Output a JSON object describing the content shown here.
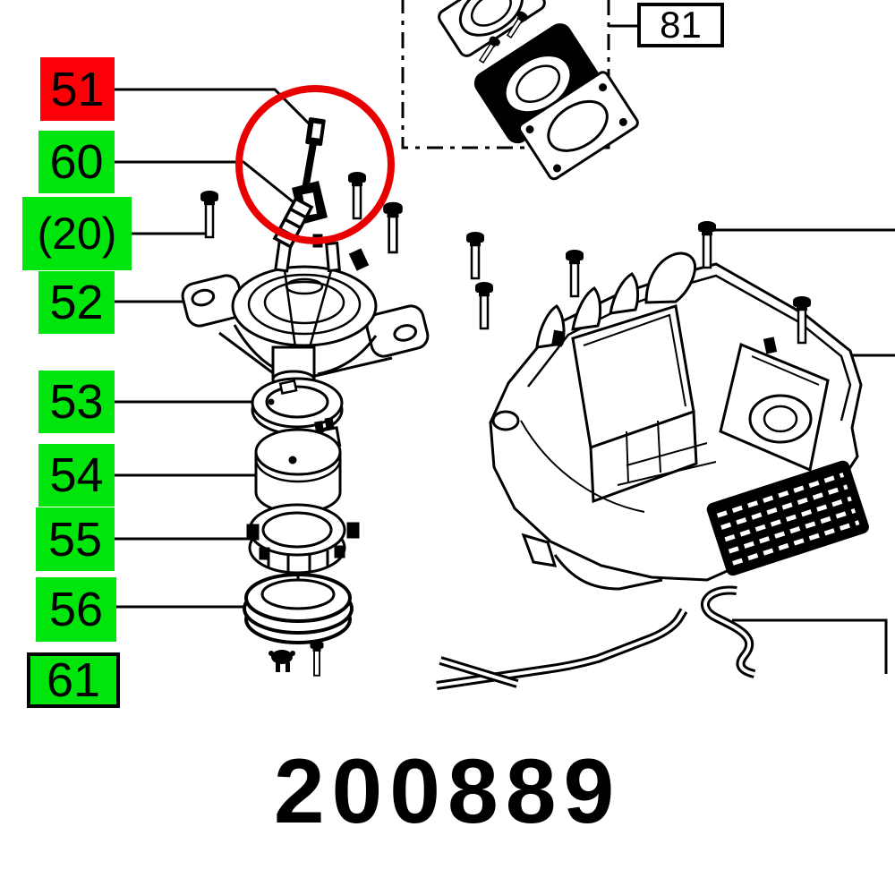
{
  "page": {
    "part_number": "200889"
  },
  "labels": {
    "l51": {
      "text": "51"
    },
    "l60": {
      "text": "60"
    },
    "l20": {
      "text": "(20)"
    },
    "l52": {
      "text": "52"
    },
    "l53": {
      "text": "53"
    },
    "l54": {
      "text": "54"
    },
    "l55": {
      "text": "55"
    },
    "l56": {
      "text": "56"
    },
    "l61": {
      "text": "61"
    },
    "l81": {
      "text": "81"
    }
  },
  "colors": {
    "highlight_red": "#fb0006",
    "highlight_green": "#00e60c",
    "callout_circle": "#e80000",
    "line": "#000000"
  }
}
